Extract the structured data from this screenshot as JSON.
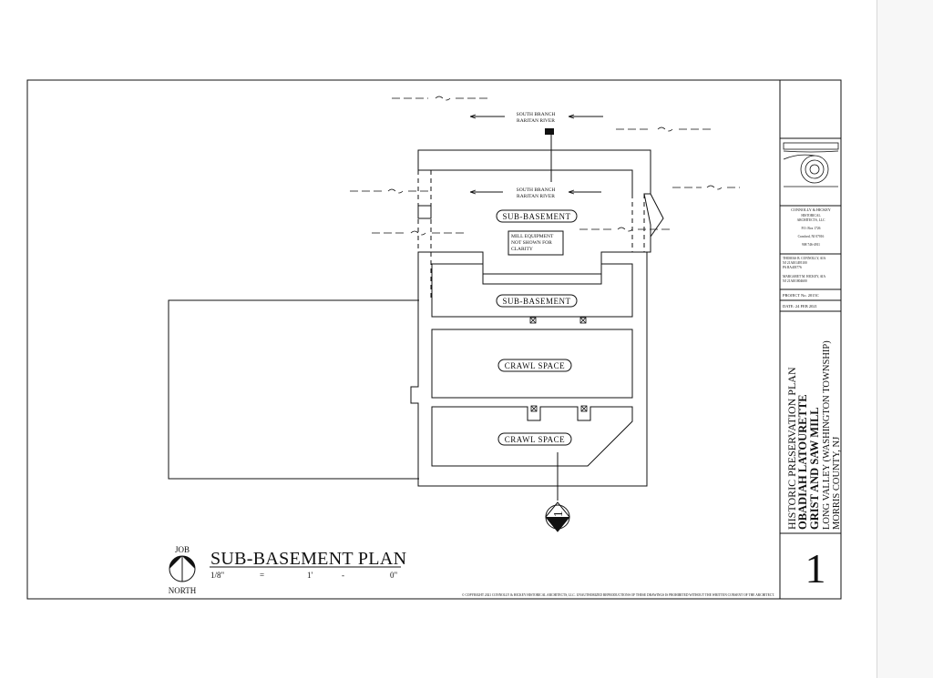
{
  "river_labels": {
    "top": [
      "SOUTH BRANCH",
      "RARITAN RIVER"
    ],
    "inner": [
      "SOUTH BRANCH",
      "RARITAN RIVER"
    ]
  },
  "rooms": {
    "sub_basement_upper": "SUB-BASEMENT",
    "sub_basement_lower": "SUB-BASEMENT",
    "crawl_space_upper": "CRAWL SPACE",
    "crawl_space_lower": "CRAWL SPACE"
  },
  "note": [
    "MILL EQUIPMENT",
    "NOT SHOWN FOR",
    "CLARITY"
  ],
  "section_callout": "11",
  "drawing_title": "SUB-BASEMENT PLAN",
  "scale": [
    "1/8\"",
    "=",
    "1'",
    "-",
    "0\""
  ],
  "north_arrow": {
    "top": "JOB",
    "bottom": "NORTH"
  },
  "copyright": "© COPYRIGHT 2021 CONNOLLY & HICKEY HISTORICAL ARCHITECTS, LLC. UNAUTHORIZED REPRODUCTIONS OF THESE DRAWINGS IS PROHIBITED WITHOUT THE WRITTEN CONSENT OF THE ARCHITECT.",
  "firm": {
    "name": "CONNOLLY & HICKEY",
    "sub": [
      "HISTORICAL",
      "ARCHITECTS, LLC"
    ],
    "address": [
      "P.O. Box 1726",
      "Cranford, NJ 07016"
    ],
    "phone": "908 746-4911"
  },
  "architects": [
    [
      "THOMAS B. CONNOLLY, AIA",
      "NJ   21AI01495100",
      "PA   RA403776"
    ],
    [
      "MARGARET M. HICKEY, AIA",
      "NJ   21AI01804600"
    ]
  ],
  "project_no": "PROJECT No. 2015C",
  "date": "DATE:  24 FEB 2021",
  "title_block": {
    "line1": "HISTORIC PRESERVATION PLAN",
    "line2": "OBADIAH LATOURETTE",
    "line3": "GRIST AND SAW MILL",
    "line4": "LONG VALLEY (WASHINGTON TOWNSHIP)",
    "line5": "MORRIS COUNTY, NJ"
  },
  "sheet_number": "1"
}
